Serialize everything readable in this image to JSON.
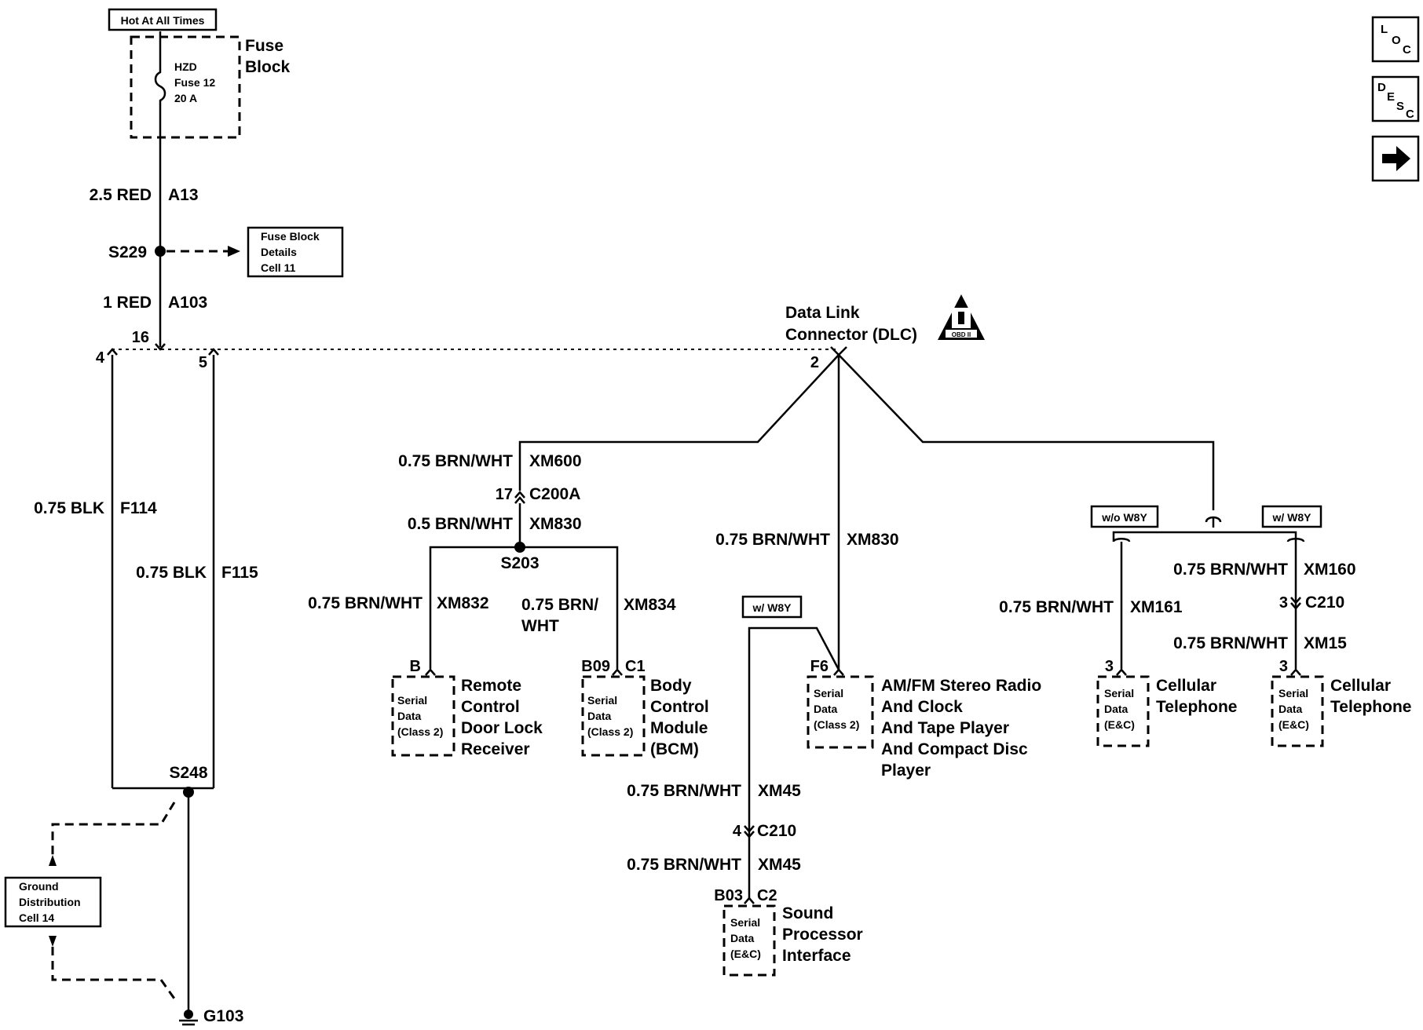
{
  "power": {
    "hot_label": "Hot At All Times",
    "fuse_block_label_1": "Fuse",
    "fuse_block_label_2": "Block",
    "fuse_line1": "HZD",
    "fuse_line2": "Fuse 12",
    "fuse_line3": "20 A",
    "wire_a13_size": "2.5 RED",
    "wire_a13": "A13",
    "splice_s229": "S229",
    "ref_fuse_block_1": "Fuse Block",
    "ref_fuse_block_2": "Details",
    "ref_fuse_block_3": "Cell 11",
    "wire_a103_size": "1 RED",
    "wire_a103": "A103"
  },
  "dlc": {
    "title_1": "Data Link",
    "title_2": "Connector (DLC)",
    "obd_label": "OBD II",
    "pin_16": "16",
    "pin_4": "4",
    "pin_5": "5",
    "pin_2": "2"
  },
  "ground": {
    "wire_f114_size": "0.75 BLK",
    "wire_f114": "F114",
    "wire_f115_size": "0.75 BLK",
    "wire_f115": "F115",
    "splice_s248": "S248",
    "ref_ground_1": "Ground",
    "ref_ground_2": "Distribution",
    "ref_ground_3": "Cell 14",
    "ground_g103": "G103"
  },
  "left_branch": {
    "wire_xm600_size": "0.75 BRN/WHT",
    "wire_xm600": "XM600",
    "conn_pin": "17",
    "conn_name": "C200A",
    "wire_xm830_size": "0.5 BRN/WHT",
    "wire_xm830": "XM830",
    "splice_s203": "S203",
    "wire_xm832_size": "0.75 BRN/WHT",
    "wire_xm832": "XM832",
    "wire_xm834_size_1": "0.75 BRN/",
    "wire_xm834_size_2": "WHT",
    "wire_xm834": "XM834"
  },
  "rcdlr": {
    "pin": "B",
    "serial_1": "Serial",
    "serial_2": "Data",
    "serial_3": "(Class 2)",
    "name_1": "Remote",
    "name_2": "Control",
    "name_3": "Door Lock",
    "name_4": "Receiver"
  },
  "bcm": {
    "pin": "B09",
    "conn": "C1",
    "serial_1": "Serial",
    "serial_2": "Data",
    "serial_3": "(Class 2)",
    "name_1": "Body",
    "name_2": "Control",
    "name_3": "Module",
    "name_4": "(BCM)"
  },
  "radio": {
    "wire_size": "0.75 BRN/WHT",
    "wire": "XM830",
    "option": "w/ W8Y",
    "pin": "F6",
    "serial_1": "Serial",
    "serial_2": "Data",
    "serial_3": "(Class 2)",
    "name_1": "AM/FM Stereo Radio",
    "name_2": "And Clock",
    "name_3": "And Tape Player",
    "name_4": "And Compact Disc",
    "name_5": "Player"
  },
  "spi": {
    "wire_a_size": "0.75 BRN/WHT",
    "wire_a": "XM45",
    "conn_pin": "4",
    "conn_name": "C210",
    "wire_b_size": "0.75 BRN/WHT",
    "wire_b": "XM45",
    "pin": "B03",
    "conn": "C2",
    "serial_1": "Serial",
    "serial_2": "Data",
    "serial_3": "(E&C)",
    "name_1": "Sound",
    "name_2": "Processor",
    "name_3": "Interface"
  },
  "cell_left": {
    "option": "w/o W8Y",
    "wire_size": "0.75 BRN/WHT",
    "wire": "XM161",
    "pin": "3",
    "serial_1": "Serial",
    "serial_2": "Data",
    "serial_3": "(E&C)",
    "name_1": "Cellular",
    "name_2": "Telephone"
  },
  "cell_right": {
    "option": "w/ W8Y",
    "wire_a_size": "0.75 BRN/WHT",
    "wire_a": "XM160",
    "conn_pin": "3",
    "conn_name": "C210",
    "wire_b_size": "0.75 BRN/WHT",
    "wire_b": "XM15",
    "pin": "3",
    "serial_1": "Serial",
    "serial_2": "Data",
    "serial_3": "(E&C)",
    "name_1": "Cellular",
    "name_2": "Telephone"
  },
  "nav": {
    "loc_l": "L",
    "loc_o": "O",
    "loc_c": "C",
    "desc_d": "D",
    "desc_e": "E",
    "desc_s": "S",
    "desc_c": "C",
    "next_icon": "arrow-right-icon"
  }
}
